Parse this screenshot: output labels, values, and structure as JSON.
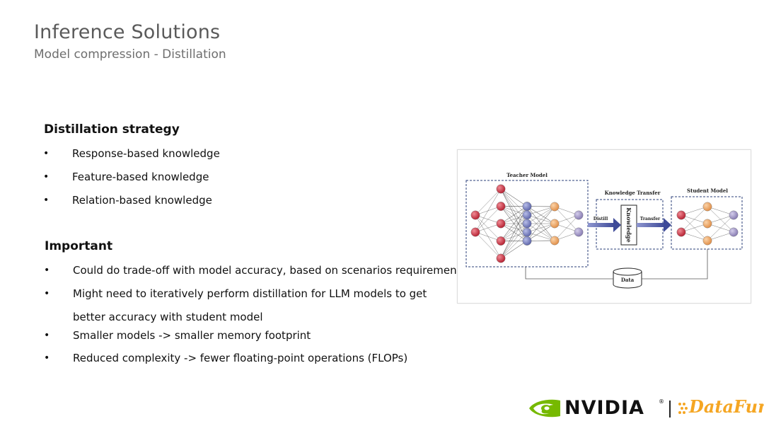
{
  "header": {
    "title": "Inference Solutions",
    "subtitle": "Model compression - Distillation"
  },
  "strategy": {
    "heading": "Distillation strategy",
    "items": [
      "Response-based knowledge",
      "Feature-based knowledge",
      "Relation-based knowledge"
    ]
  },
  "important": {
    "heading": "Important",
    "items": [
      "Could do trade-off with model accuracy, based on scenarios requirements",
      "Might need to iteratively perform distillation for LLM models to get better accuracy with student model",
      "Smaller models -> smaller memory footprint",
      "Reduced complexity -> fewer floating-point operations (FLOPs)"
    ]
  },
  "diagram": {
    "teacher_label": "Teacher Model",
    "transfer_label": "Knowledge Transfer",
    "student_label": "Student Model",
    "knowledge_label": "Knowledge",
    "distill_label": "Distill",
    "transfer_arrow_label": "Transfer",
    "data_label": "Data",
    "colors": {
      "red_node": "#c8283a",
      "blue_node": "#6f76b8",
      "orange_node": "#eea060",
      "purple_node": "#9a8ec0",
      "box_border": "#2b3f7a",
      "arrow": "#4d5aa6"
    }
  },
  "logos": {
    "nvidia": "NVIDIA",
    "datafun": "DataFun.",
    "nvidia_green": "#76b900",
    "datafun_orange": "#f5a623"
  }
}
